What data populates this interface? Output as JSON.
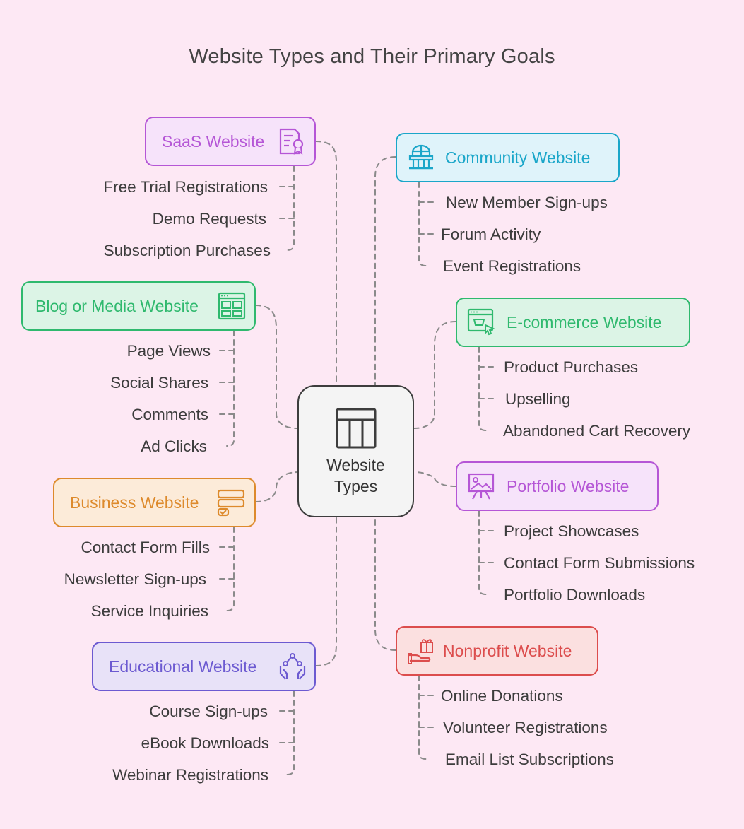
{
  "title": "Website Types and Their Primary Goals",
  "center": {
    "line1": "Website",
    "line2": "Types",
    "icon": "table-layout-icon"
  },
  "colors": {
    "purple": "#b556d6",
    "cyan": "#1aa6c9",
    "green": "#2fb96e",
    "orange": "#dd8a2c",
    "indigo": "#6c5ad1",
    "red": "#dc4d4d",
    "connector": "#8a8a8a"
  },
  "categories": [
    {
      "id": "saas",
      "label": "SaaS Website",
      "icon": "certificate-document-icon",
      "goals": [
        "Free Trial Registrations",
        "Demo Requests",
        "Subscription Purchases"
      ]
    },
    {
      "id": "community",
      "label": "Community Website",
      "icon": "community-building-icon",
      "goals": [
        "New Member Sign-ups",
        "Forum Activity",
        "Event Registrations"
      ]
    },
    {
      "id": "blog",
      "label": "Blog or Media Website",
      "icon": "media-layout-icon",
      "goals": [
        "Page Views",
        "Social Shares",
        "Comments",
        "Ad Clicks"
      ]
    },
    {
      "id": "ecommerce",
      "label": "E-commerce Website",
      "icon": "shop-window-cursor-icon",
      "goals": [
        "Product Purchases",
        "Upselling",
        "Abandoned Cart Recovery"
      ]
    },
    {
      "id": "business",
      "label": "Business Website",
      "icon": "form-checklist-icon",
      "goals": [
        "Contact Form Fills",
        "Newsletter Sign-ups",
        "Service Inquiries"
      ]
    },
    {
      "id": "portfolio",
      "label": "Portfolio Website",
      "icon": "easel-picture-icon",
      "goals": [
        "Project Showcases",
        "Contact Form Submissions",
        "Portfolio Downloads"
      ]
    },
    {
      "id": "educational",
      "label": "Educational Website",
      "icon": "network-hands-icon",
      "goals": [
        "Course Sign-ups",
        "eBook Downloads",
        "Webinar Registrations"
      ]
    },
    {
      "id": "nonprofit",
      "label": "Nonprofit Website",
      "icon": "gift-hand-icon",
      "goals": [
        "Online Donations",
        "Volunteer Registrations",
        "Email List Subscriptions"
      ]
    }
  ]
}
